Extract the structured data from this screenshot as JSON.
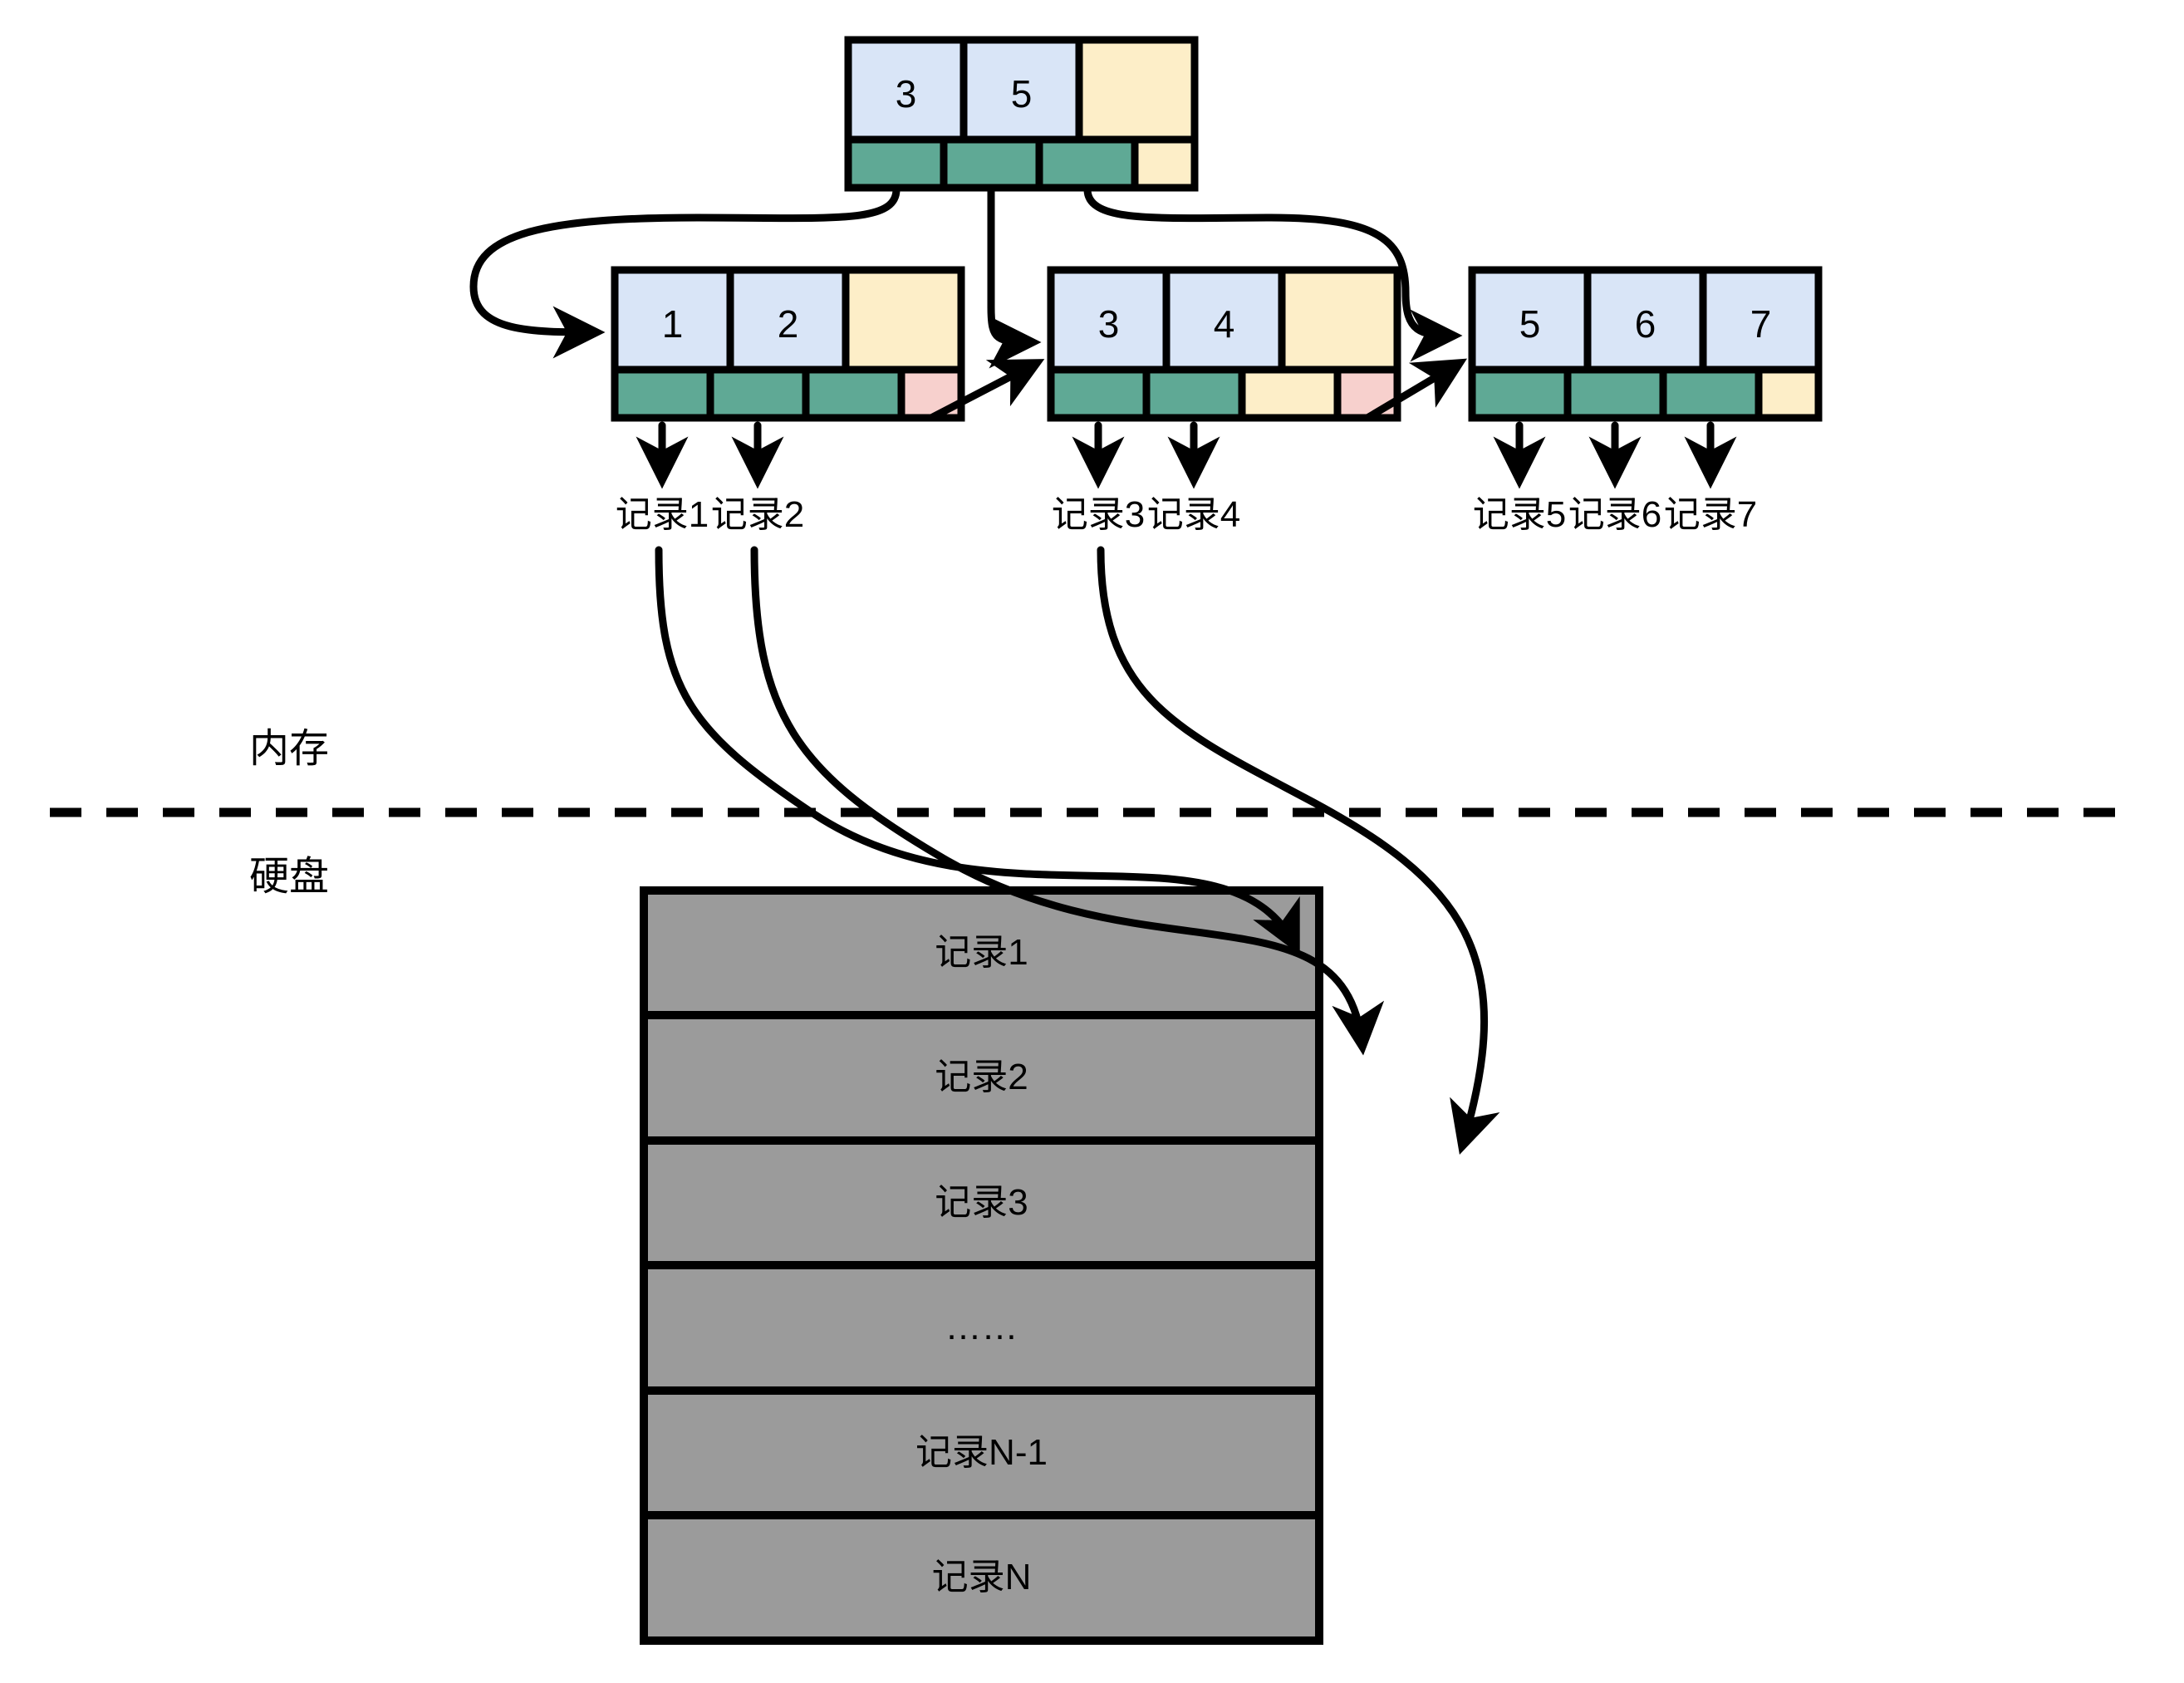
{
  "diagram": {
    "title_present": false,
    "type": "b-plus-tree-with-disk-records",
    "colors": {
      "key_cell": "#d9e5f7",
      "empty_cell": "#fdeec8",
      "pointer_cell": "#5fa995",
      "next_leaf_cell": "#f7d0cd",
      "disk_row": "#9b9b9b",
      "stroke": "#000000",
      "background": "#ffffff"
    },
    "root": {
      "keys": [
        "3",
        "5",
        ""
      ],
      "pointers": [
        "ptr",
        "ptr",
        "ptr",
        "empty"
      ]
    },
    "leaves": [
      {
        "keys": [
          "1",
          "2",
          ""
        ],
        "pointers": [
          "ptr",
          "ptr",
          "ptr",
          "next"
        ]
      },
      {
        "keys": [
          "3",
          "4",
          ""
        ],
        "pointers": [
          "ptr",
          "ptr",
          "empty",
          "next"
        ]
      },
      {
        "keys": [
          "5",
          "6",
          "7"
        ],
        "pointers": [
          "ptr",
          "ptr",
          "ptr",
          "empty"
        ]
      }
    ],
    "record_labels": [
      "记录1",
      "记录2",
      "记录3",
      "记录4",
      "记录5",
      "记录6",
      "记录7"
    ],
    "tiers": {
      "memory": "内存",
      "disk": "硬盘"
    },
    "disk_rows": [
      "记录1",
      "记录2",
      "记录3",
      "……",
      "记录N-1",
      "记录N"
    ]
  }
}
